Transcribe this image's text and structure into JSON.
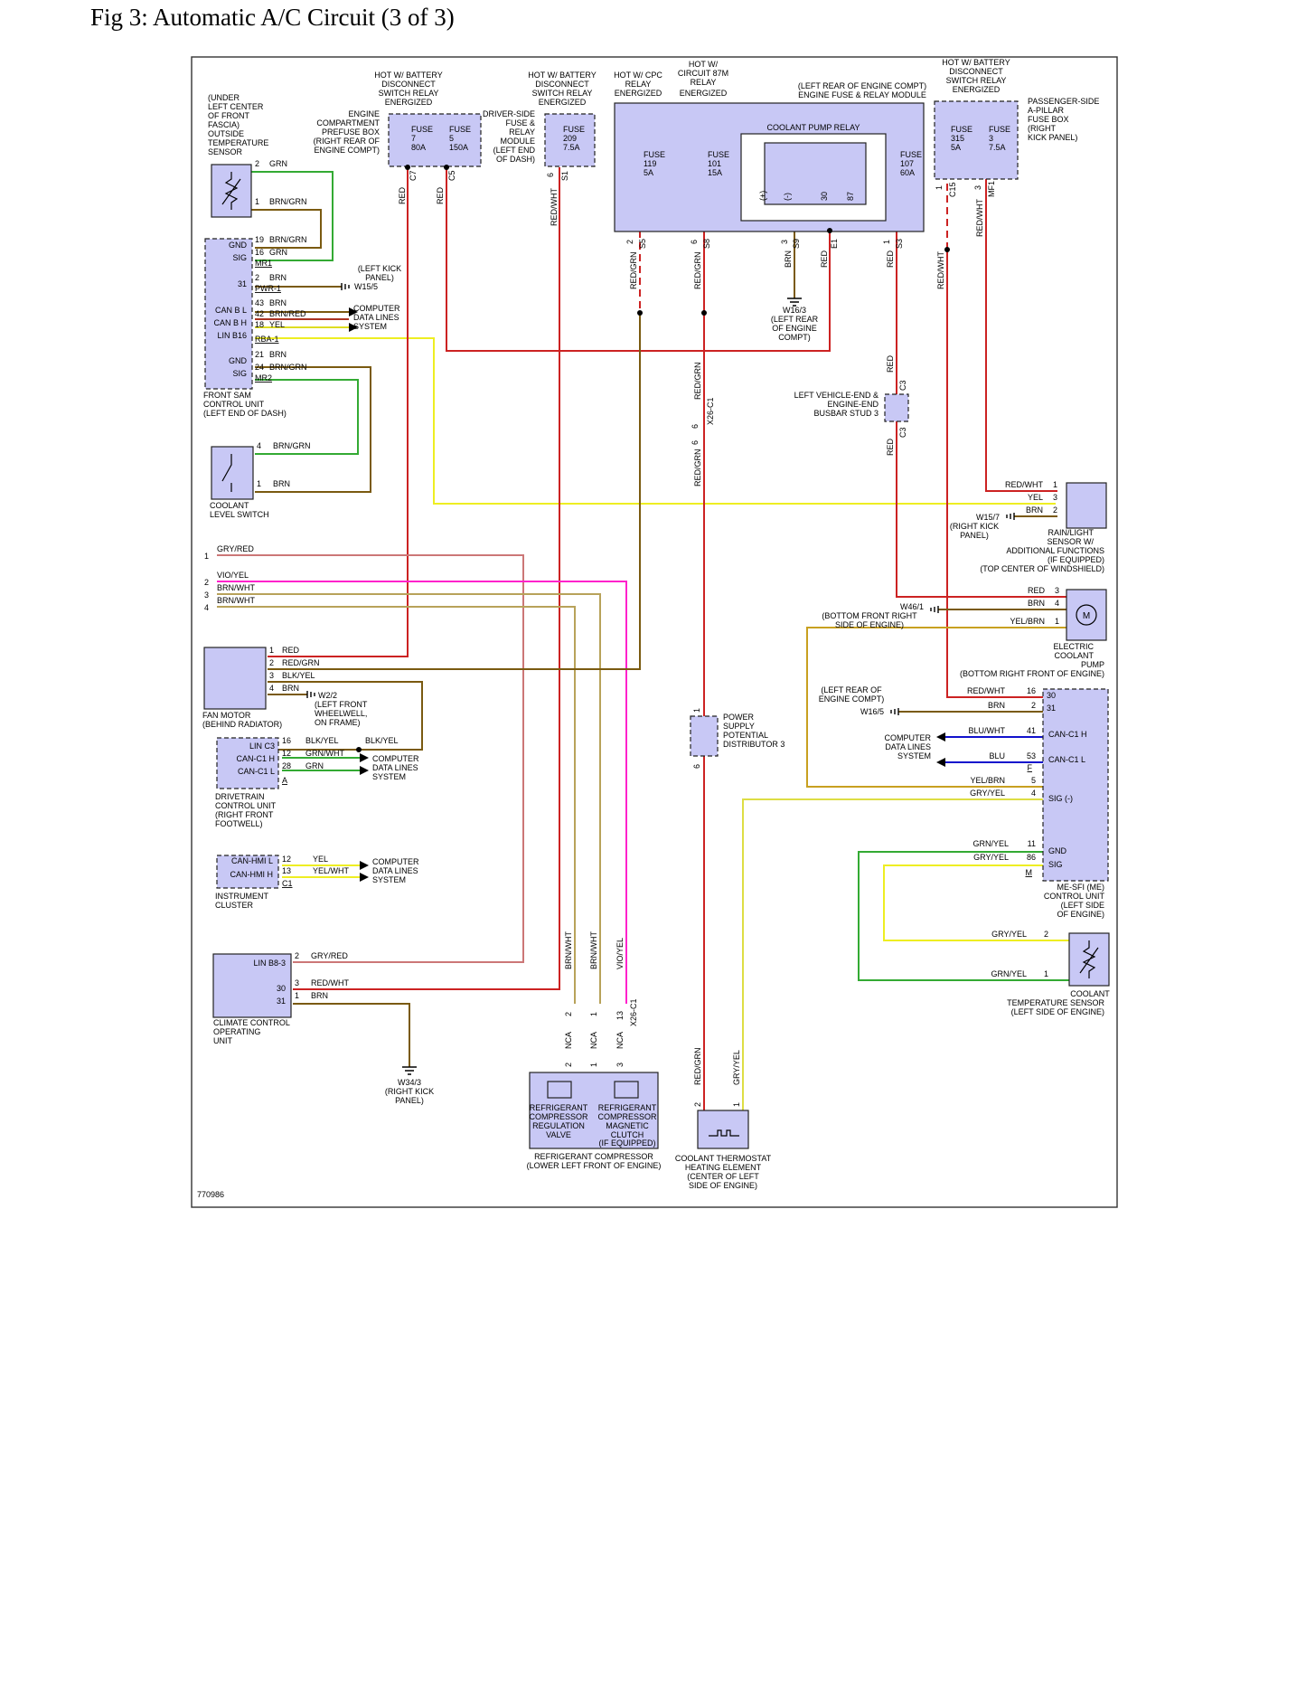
{
  "page": {
    "title": "Fig 3: Automatic A/C Circuit (3 of 3)"
  },
  "figure_id": "770986",
  "colors": {
    "component": "#c8c8f5",
    "RED": "#cc2222",
    "GRN": "#33aa33",
    "BRN": "#7a5a10",
    "YEL": "#eeee22",
    "VIO": "#ff22cc",
    "BLU": "#1111cc",
    "GRY": "#999999"
  },
  "top": {
    "h1": "HOT W/ BATTERY",
    "h2": "DISCONNECT",
    "h3": "SWITCH RELAY",
    "h4": "ENERGIZED",
    "cpc1": "HOT W/ CPC",
    "cpc2": "RELAY",
    "cpc3": "ENERGIZED",
    "c87_1": "HOT W/",
    "c87_2": "CIRCUIT 87M",
    "c87_3": "RELAY",
    "c87_4": "ENERGIZED",
    "efr1": "(LEFT REAR OF ENGINE COMPT)",
    "efr2": "ENGINE FUSE & RELAY MODULE"
  },
  "prefuse": {
    "l1": "ENGINE",
    "l2": "COMPARTMENT",
    "l3": "PREFUSE BOX",
    "l4": "(RIGHT REAR OF",
    "l5": "ENGINE COMPT)",
    "f1": [
      "FUSE",
      "7",
      "80A"
    ],
    "f2": [
      "FUSE",
      "5",
      "150A"
    ],
    "c1": "C7",
    "c2": "C5"
  },
  "dsfuse": {
    "l1": "DRIVER-SIDE",
    "l2": "FUSE &",
    "l3": "RELAY",
    "l4": "MODULE",
    "l5": "(LEFT END",
    "l6": "OF DASH)",
    "f": [
      "FUSE",
      "209",
      "7.5A"
    ],
    "pin": "6",
    "conn": "S1"
  },
  "efuse": {
    "f119": [
      "FUSE",
      "119",
      "5A"
    ],
    "f101": [
      "FUSE",
      "101",
      "15A"
    ],
    "f107": [
      "FUSE",
      "107",
      "60A"
    ],
    "relay": "COOLANT PUMP RELAY",
    "rp": [
      "(+)",
      "(-)",
      "30",
      "87"
    ],
    "pins": [
      "2",
      "6",
      "3",
      "1"
    ],
    "conns": [
      "S5",
      "S8",
      "S9",
      "E1",
      "S3"
    ]
  },
  "psfuse": {
    "l1": "PASSENGER-SIDE",
    "l2": "A-PILLAR",
    "l3": "FUSE BOX",
    "l4": "(RIGHT",
    "l5": "KICK PANEL)",
    "f1": [
      "FUSE",
      "315",
      "5A"
    ],
    "f2": [
      "FUSE",
      "3",
      "7.5A"
    ],
    "p1": "1",
    "c1": "C15",
    "p2": "3",
    "c2": "MF1"
  },
  "outside_sensor": {
    "l1": "(UNDER",
    "l2": "LEFT CENTER",
    "l3": "OF FRONT",
    "l4": "FASCIA)",
    "l5": "OUTSIDE",
    "l6": "TEMPERATURE",
    "l7": "SENSOR",
    "p2": "2",
    "w2": "GRN",
    "p1": "1",
    "w1": "BRN/GRN"
  },
  "sam": {
    "pins": [
      {
        "label": "GND",
        "pin": "19",
        "wire": "BRN/GRN"
      },
      {
        "label": "SIG",
        "pin": "16",
        "wire": "GRN"
      },
      {
        "label": "31",
        "pin": "2",
        "wire": "BRN"
      },
      {
        "label": "",
        "pin": "43",
        "wire": "BRN"
      },
      {
        "label": "CAN B L",
        "pin": "42",
        "wire": "BRN/RED"
      },
      {
        "label": "CAN B H",
        "pin": "18",
        "wire": "YEL"
      },
      {
        "label": "GND",
        "pin": "21",
        "wire": "BRN"
      },
      {
        "label": "SIG",
        "pin": "24",
        "wire": "BRN/GRN"
      }
    ],
    "lin": "LIN B16",
    "conns": [
      "MR1",
      "PWR-1",
      "RBA-1",
      "MR2"
    ],
    "name1": "FRONT SAM",
    "name2": "CONTROL UNIT",
    "name3": "(LEFT END OF DASH)",
    "kick1": "(LEFT KICK",
    "kick2": "PANEL)",
    "ground": "W15/5",
    "cdl1": "COMPUTER",
    "cdl2": "DATA LINES",
    "cdl3": "SYSTEM"
  },
  "level_switch": {
    "p4": "4",
    "w4": "BRN/GRN",
    "p1": "1",
    "w1": "BRN",
    "name1": "COOLANT",
    "name2": "LEVEL SWITCH"
  },
  "left_wires": [
    {
      "pin": "1",
      "wire": "GRY/RED"
    },
    {
      "pin": "2",
      "wire": "VIO/YEL"
    },
    {
      "pin": "",
      "wire": "BRN/WHT"
    },
    {
      "pin": "3",
      "wire": "BRN/WHT"
    },
    {
      "pin": "4",
      "wire": ""
    }
  ],
  "fan": {
    "name1": "FAN MOTOR",
    "name2": "(BEHIND RADIATOR)",
    "pins": [
      {
        "pin": "1",
        "wire": "RED"
      },
      {
        "pin": "2",
        "wire": "RED/GRN"
      },
      {
        "pin": "3",
        "wire": "BLK/YEL"
      },
      {
        "pin": "4",
        "wire": "BRN"
      }
    ],
    "ground": "W2/2",
    "g1": "(LEFT FRONT",
    "g2": "WHEELWELL,",
    "g3": "ON FRAME)"
  },
  "drivetrain": {
    "pins": [
      {
        "label": "LIN C3",
        "pin": "16",
        "wire": "BLK/YEL"
      },
      {
        "label": "CAN-C1 H",
        "pin": "12",
        "wire": "GRN/WHT"
      },
      {
        "label": "CAN-C1 L",
        "pin": "28",
        "wire": "GRN"
      }
    ],
    "conn": "A",
    "splice": "BLK/YEL",
    "name1": "DRIVETRAIN",
    "name2": "CONTROL UNIT",
    "name3": "(RIGHT FRONT",
    "name4": "FOOTWELL)",
    "cdl1": "COMPUTER",
    "cdl2": "DATA LINES",
    "cdl3": "SYSTEM"
  },
  "cluster": {
    "pins": [
      {
        "label": "CAN-HMI L",
        "pin": "12",
        "wire": "YEL"
      },
      {
        "label": "CAN-HMI H",
        "pin": "13",
        "wire": "YEL/WHT"
      }
    ],
    "conn": "C1",
    "name1": "INSTRUMENT",
    "name2": "CLUSTER",
    "cdl1": "COMPUTER",
    "cdl2": "DATA LINES",
    "cdl3": "SYSTEM"
  },
  "climate": {
    "lin": "LIN B8-3",
    "p30": "30",
    "p31": "31",
    "pins": [
      {
        "pin": "2",
        "wire": "GRY/RED"
      },
      {
        "pin": "3",
        "wire": "RED/WHT"
      },
      {
        "pin": "1",
        "wire": "BRN"
      }
    ],
    "name1": "CLIMATE CONTROL",
    "name2": "OPERATING",
    "name3": "UNIT",
    "ground": "W34/3",
    "g1": "(RIGHT KICK",
    "g2": "PANEL)"
  },
  "center": {
    "red1": "RED",
    "red2": "RED",
    "redwht": "RED/WHT",
    "redgrn1": "RED/GRN",
    "redgrn2": "RED/GRN",
    "brn": "BRN",
    "red3": "RED",
    "red4": "RED",
    "w163": "W16/3",
    "w163a": "(LEFT REAR",
    "w163b": "OF ENGINE",
    "w163c": "COMPT)",
    "x26": "X26-C1",
    "p6a": "6",
    "p6b": "6",
    "redgrn3": "RED/GRN",
    "redgrn4": "RED/GRN",
    "busbar1": "LEFT VEHICLE-END &",
    "busbar2": "ENGINE-END",
    "busbar3": "BUSBAR STUD 3",
    "c3a": "C3",
    "c3b": "C3",
    "red5": "RED",
    "red6": "RED",
    "psd1": "POWER",
    "psd2": "SUPPLY",
    "psd3": "POTENTIAL",
    "psd4": "DISTRIBUTOR 3",
    "psd_p1": "1",
    "psd_p6": "6",
    "v_brnwht1": "BRN/WHT",
    "v_brnwht2": "BRN/WHT",
    "v_vioyel": "VIO/YEL",
    "v_redgrn": "RED/GRN",
    "v_gryyel": "GRY/YEL"
  },
  "compressor": {
    "pins": [
      "2",
      "1",
      "13",
      "2",
      "1",
      "3"
    ],
    "nca": "NCA",
    "x26": "X26-C1",
    "v1": "REFRIGERANT",
    "v2": "COMPRESSOR",
    "v3": "REGULATION",
    "v4": "VALVE",
    "c1": "REFRIGERANT",
    "c2": "COMPRESSOR",
    "c3": "MAGNETIC",
    "c4": "CLUTCH",
    "c5": "(IF EQUIPPED)",
    "name1": "REFRIGERANT COMPRESSOR",
    "name2": "(LOWER LEFT FRONT OF ENGINE)"
  },
  "thermostat": {
    "p2": "2",
    "p1": "1",
    "name1": "COOLANT THERMOSTAT",
    "name2": "HEATING ELEMENT",
    "name3": "(CENTER OF LEFT",
    "name4": "SIDE OF ENGINE)"
  },
  "rain": {
    "pins": [
      {
        "wire": "RED/WHT",
        "pin": "1"
      },
      {
        "wire": "YEL",
        "pin": "3"
      },
      {
        "wire": "BRN",
        "pin": "2"
      }
    ],
    "ground": "W15/7",
    "g1": "(RIGHT KICK",
    "g2": "PANEL)",
    "name1": "RAIN/LIGHT",
    "name2": "SENSOR W/",
    "name3": "ADDITIONAL FUNCTIONS",
    "name4": "(IF EQUIPPED)",
    "name5": "(TOP CENTER OF WINDSHIELD)"
  },
  "pump": {
    "pins": [
      {
        "wire": "RED",
        "pin": "3"
      },
      {
        "wire": "BRN",
        "pin": "4"
      },
      {
        "wire": "YEL/BRN",
        "pin": "1"
      }
    ],
    "ground": "W46/1",
    "g1": "(BOTTOM FRONT RIGHT",
    "g2": "SIDE OF ENGINE)",
    "name1": "ELECTRIC",
    "name2": "COOLANT",
    "name3": "PUMP",
    "name4": "(BOTTOM RIGHT FRONT OF ENGINE)",
    "motor": "M"
  },
  "me": {
    "w1": "(LEFT REAR OF",
    "w2": "ENGINE COMPT)",
    "ground": "W16/5",
    "pins": [
      {
        "wire": "RED/WHT",
        "pin": "16",
        "label": ""
      },
      {
        "wire": "BRN",
        "pin": "2",
        "label": ""
      },
      {
        "wire": "BLU/WHT",
        "pin": "41",
        "label": "CAN-C1 H"
      },
      {
        "wire": "BLU",
        "pin": "53",
        "label": "CAN-C1 L"
      },
      {
        "wire": "YEL/BRN",
        "pin": "5",
        "label": ""
      },
      {
        "wire": "GRY/YEL",
        "pin": "4",
        "label": "SIG (-)"
      },
      {
        "wire": "GRN/YEL",
        "pin": "11",
        "label": "GND"
      },
      {
        "wire": "GRY/YEL",
        "pin": "86",
        "label": "SIG"
      }
    ],
    "p30": "30",
    "p31": "31",
    "connF": "F",
    "connM": "M",
    "cdl1": "COMPUTER",
    "cdl2": "DATA LINES",
    "cdl3": "SYSTEM",
    "name1": "ME-SFI (ME)",
    "name2": "CONTROL UNIT",
    "name3": "(LEFT SIDE",
    "name4": "OF ENGINE)"
  },
  "temp_sensor": {
    "pins": [
      {
        "wire": "GRY/YEL",
        "pin": "2"
      },
      {
        "wire": "GRN/YEL",
        "pin": "1"
      }
    ],
    "name1": "COOLANT",
    "name2": "TEMPERATURE SENSOR",
    "name3": "(LEFT SIDE OF ENGINE)"
  }
}
